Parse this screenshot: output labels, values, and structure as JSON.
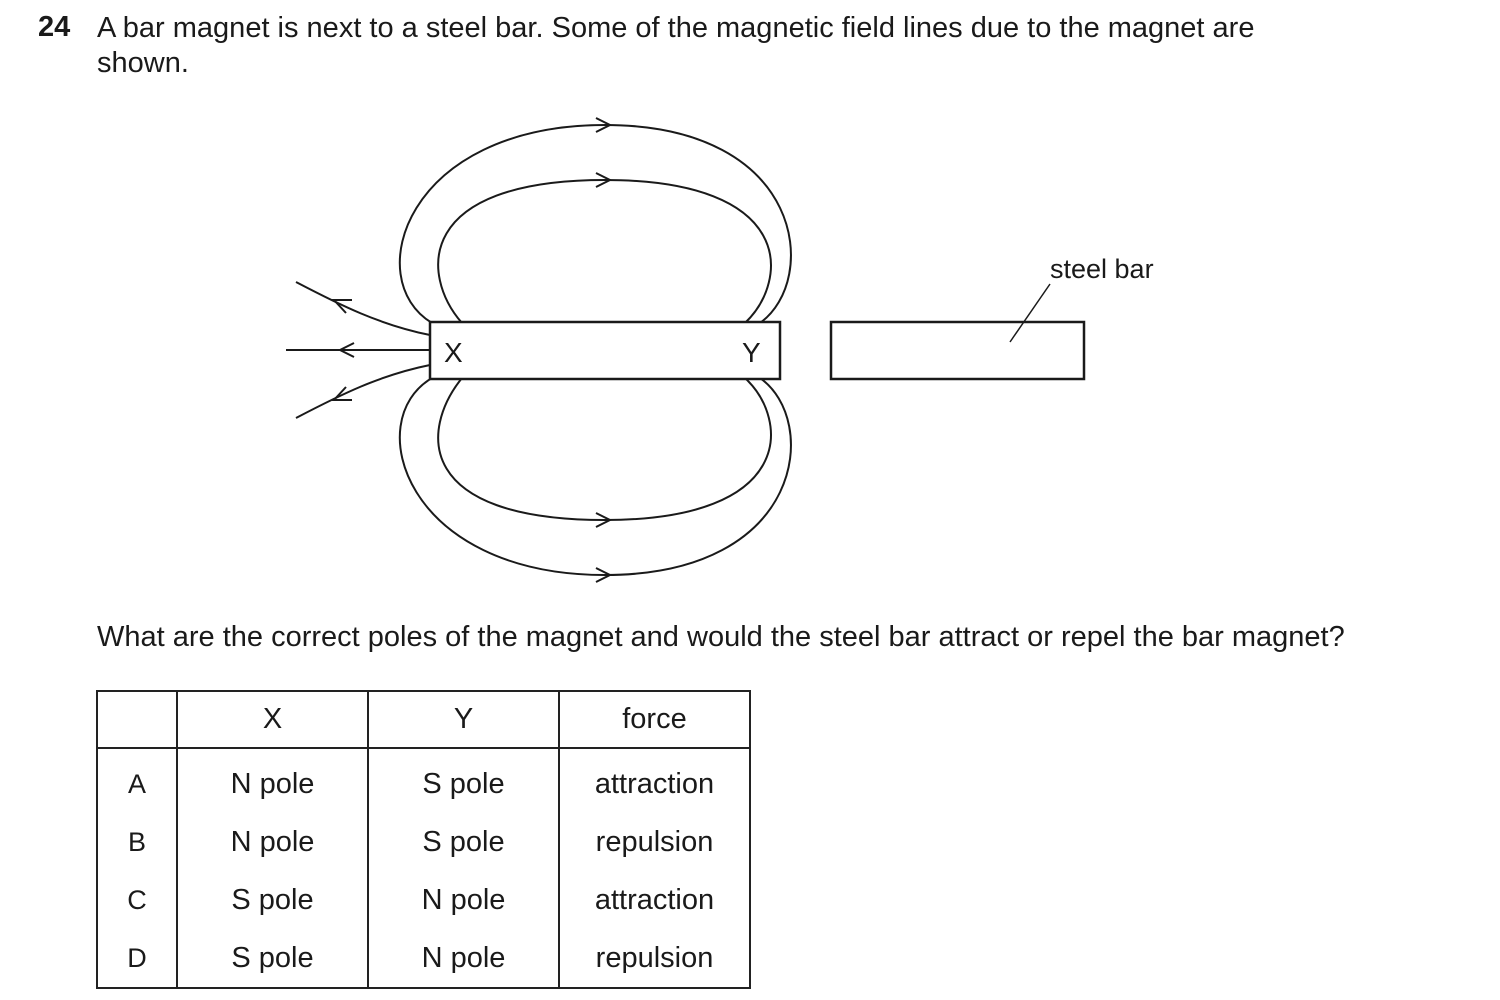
{
  "question": {
    "number": "24",
    "stem_line1": "A bar magnet is next to a steel bar. Some of the magnetic field lines due to the magnet are",
    "stem_line2": "shown.",
    "prompt": "What are the correct poles of the magnet and would the steel bar attract or repel the bar magnet?"
  },
  "diagram": {
    "magnet_left_label": "X",
    "magnet_right_label": "Y",
    "steel_bar_label": "steel bar"
  },
  "table": {
    "headers": [
      "",
      "X",
      "Y",
      "force"
    ],
    "rows": [
      {
        "key": "A",
        "x": "N pole",
        "y": "S pole",
        "force": "attraction"
      },
      {
        "key": "B",
        "x": "N pole",
        "y": "S pole",
        "force": "repulsion"
      },
      {
        "key": "C",
        "x": "S pole",
        "y": "N pole",
        "force": "attraction"
      },
      {
        "key": "D",
        "x": "S pole",
        "y": "N pole",
        "force": "repulsion"
      }
    ]
  }
}
